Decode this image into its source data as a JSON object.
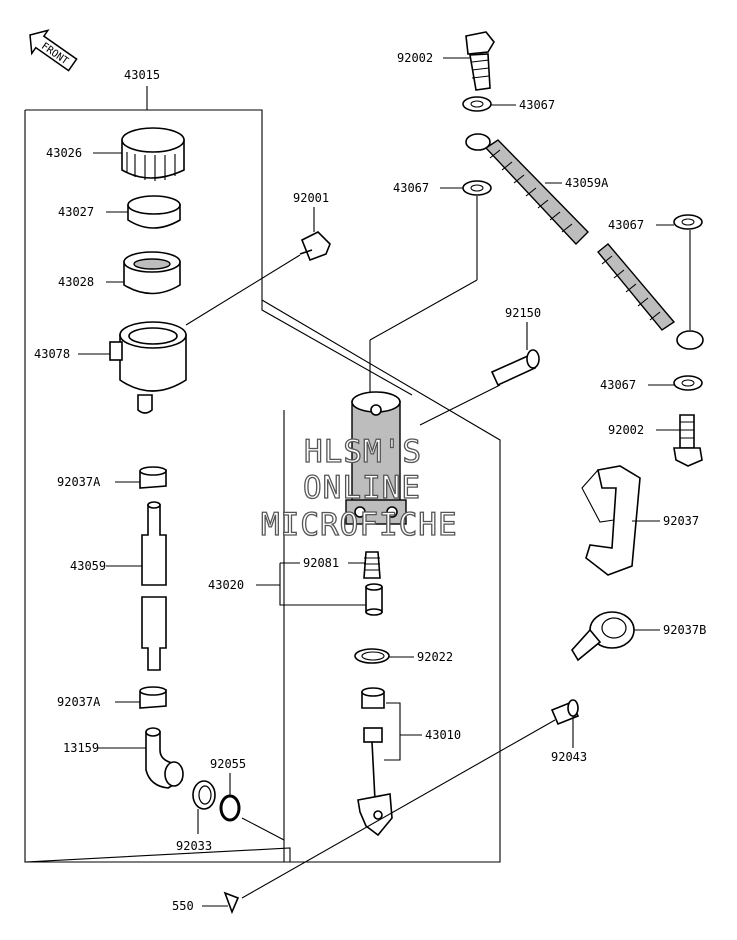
{
  "front_label": "FRONT",
  "watermark": [
    "HLSM'S",
    "ONLINE",
    "MICROFICHE"
  ],
  "parts": {
    "assy_43015": "43015",
    "cap_43026": "43026",
    "plate_43027": "43027",
    "diaphragm_43028": "43028",
    "reservoir_43078": "43078",
    "bolt_92001": "92001",
    "clamp_92037A_top": "92037A",
    "hose_43059": "43059",
    "clamp_92037A_bottom": "92037A",
    "fitting_13159": "13159",
    "oring_92055": "92055",
    "circlip_92033": "92033",
    "cylinder_43020": "43020",
    "spring_92081": "92081",
    "circlip_92022": "92022",
    "piston_43010": "43010",
    "bolt_92002_top": "92002",
    "washer_43067_a": "43067",
    "washer_43067_b": "43067",
    "hose_43059A": "43059A",
    "washer_43067_c": "43067",
    "bolt_92150": "92150",
    "washer_43067_d": "43067",
    "bolt_92002_bottom": "92002",
    "clamp_92037": "92037",
    "clamp_92037B": "92037B",
    "pin_92043": "92043",
    "cotter_550": "550"
  }
}
